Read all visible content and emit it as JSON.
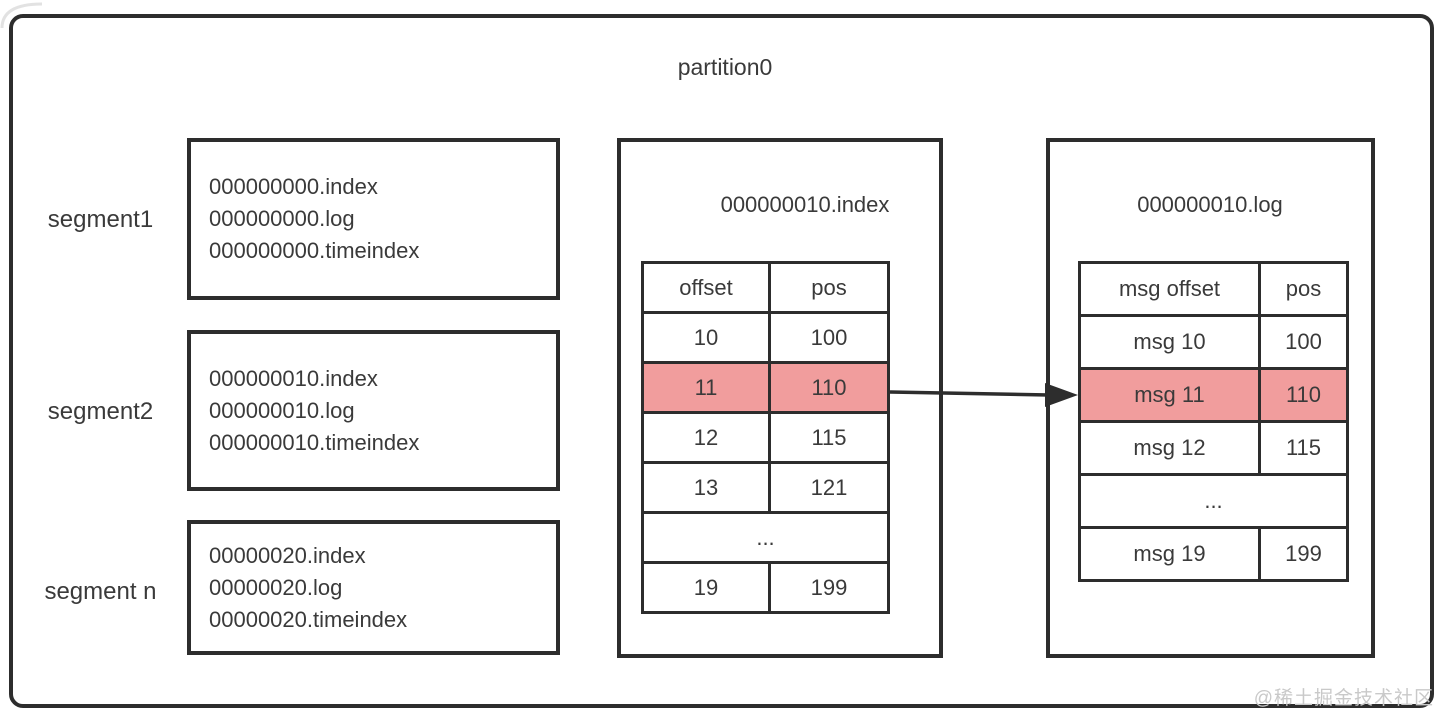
{
  "partition": {
    "title": "partition0"
  },
  "segments": [
    {
      "label": "segment1",
      "files": [
        "000000000.index",
        "000000000.log",
        "000000000.timeindex"
      ]
    },
    {
      "label": "segment2",
      "files": [
        "000000010.index",
        "000000010.log",
        "000000010.timeindex"
      ]
    },
    {
      "label": "segment n",
      "files": [
        "00000020.index",
        "00000020.log",
        "00000020.timeindex"
      ]
    }
  ],
  "index_panel": {
    "title": "000000010.index",
    "table": {
      "headers": [
        "offset",
        "pos"
      ],
      "rows": [
        {
          "cells": [
            "10",
            "100"
          ],
          "highlight": false
        },
        {
          "cells": [
            "11",
            "110"
          ],
          "highlight": true
        },
        {
          "cells": [
            "12",
            "115"
          ],
          "highlight": false
        },
        {
          "cells": [
            "13",
            "121"
          ],
          "highlight": false
        },
        {
          "cells": [
            "..."
          ],
          "highlight": false
        },
        {
          "cells": [
            "19",
            "199"
          ],
          "highlight": false
        }
      ]
    }
  },
  "log_panel": {
    "title": "000000010.log",
    "table": {
      "headers": [
        "msg offset",
        "pos"
      ],
      "rows": [
        {
          "cells": [
            "msg 10",
            "100"
          ],
          "highlight": false
        },
        {
          "cells": [
            "msg 11",
            "110"
          ],
          "highlight": true
        },
        {
          "cells": [
            "msg 12",
            "115"
          ],
          "highlight": false
        },
        {
          "cells": [
            "..."
          ],
          "highlight": false
        },
        {
          "cells": [
            "msg 19",
            "199"
          ],
          "highlight": false
        }
      ]
    }
  },
  "arrow": {
    "from_row": "11 / 110",
    "to_row": "msg 11 / 110"
  },
  "watermark": "@稀土掘金技术社区",
  "colors": {
    "highlight": "#f19d9d",
    "line": "#2d2d2d",
    "text": "#3a3a3a",
    "watermark": "#c9c9c9"
  }
}
